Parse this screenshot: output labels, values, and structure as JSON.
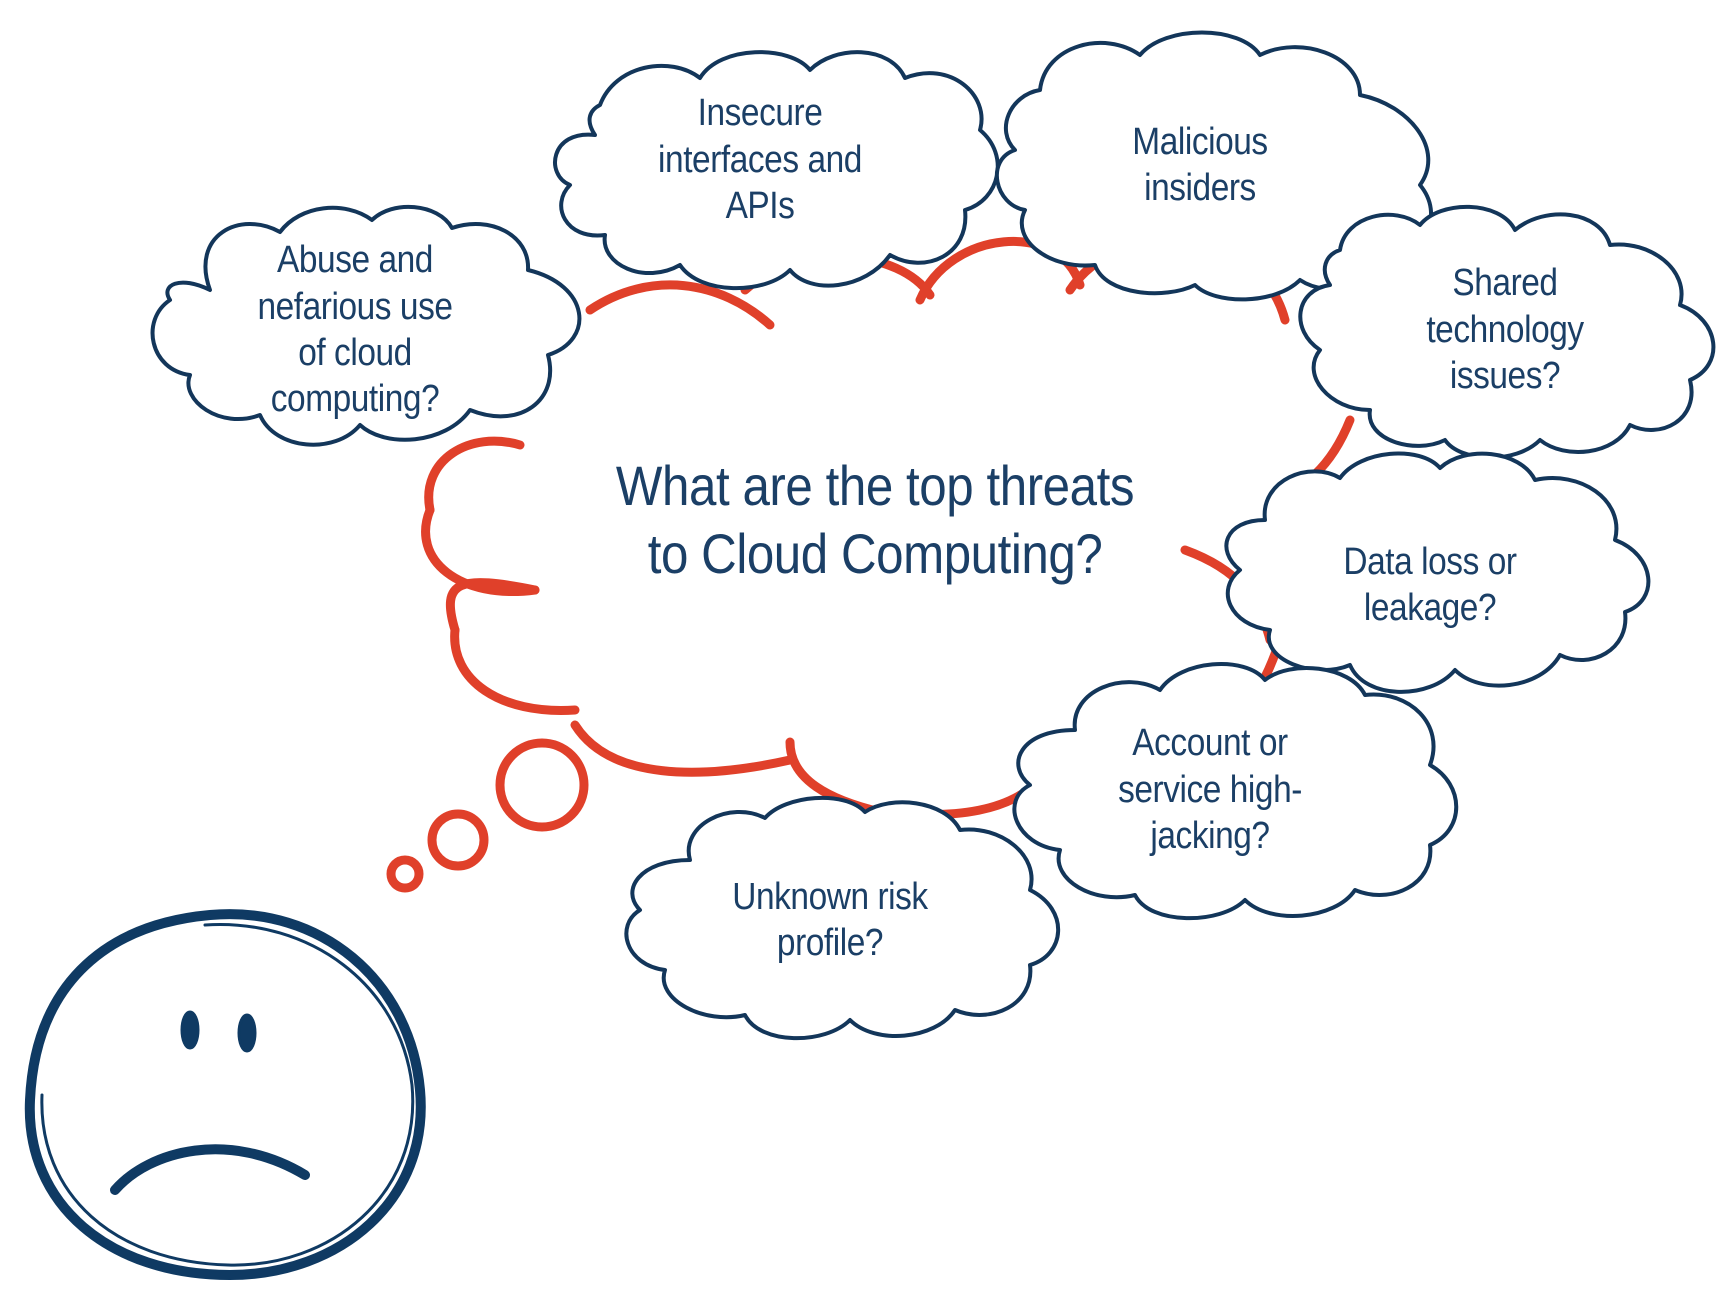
{
  "central_question": "What are the top threats to Cloud Computing?",
  "threats": [
    {
      "id": "abuse",
      "label": "Abuse and nefarious use of cloud computing?"
    },
    {
      "id": "insecure-interfaces",
      "label": "Insecure interfaces and APIs"
    },
    {
      "id": "malicious-insiders",
      "label": "Malicious insiders"
    },
    {
      "id": "shared-technology",
      "label": "Shared technology issues?"
    },
    {
      "id": "data-loss",
      "label": "Data loss or leakage?"
    },
    {
      "id": "account-hijacking",
      "label": "Account or service high-jacking?"
    },
    {
      "id": "unknown-risk",
      "label": "Unknown risk profile?"
    }
  ],
  "colors": {
    "thought_outline": "#e0402a",
    "small_cloud_outline": "#13365a",
    "text": "#1b3f66",
    "face": "#0f3a63"
  },
  "icons": {
    "thinker": "sad-face-icon"
  }
}
